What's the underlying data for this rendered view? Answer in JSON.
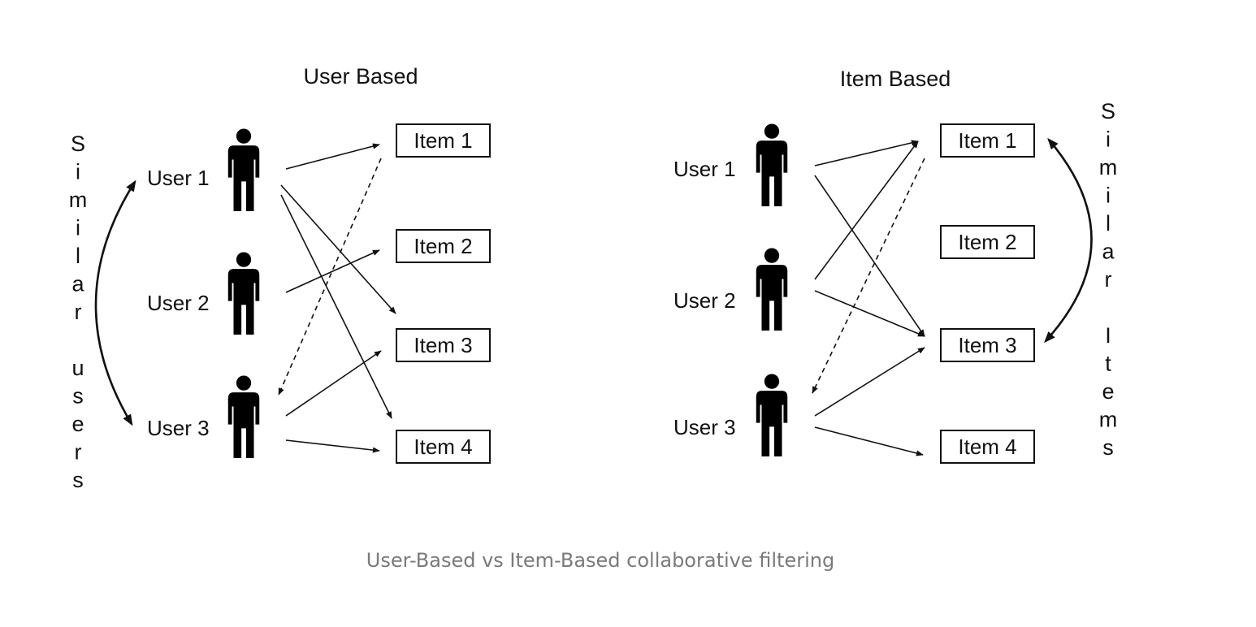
{
  "panels": [
    {
      "title": "User Based",
      "users": [
        "User 1",
        "User 2",
        "User 3"
      ],
      "items": [
        "Item 1",
        "Item 2",
        "Item 3",
        "Item 4"
      ],
      "similarity_label": "Similar users",
      "edges": [
        {
          "from": "User 1",
          "to": "Item 1",
          "style": "solid"
        },
        {
          "from": "User 1",
          "to": "Item 3",
          "style": "solid"
        },
        {
          "from": "User 1",
          "to": "Item 4",
          "style": "solid"
        },
        {
          "from": "User 2",
          "to": "Item 2",
          "style": "solid"
        },
        {
          "from": "User 3",
          "to": "Item 3",
          "style": "solid"
        },
        {
          "from": "User 3",
          "to": "Item 4",
          "style": "solid"
        },
        {
          "from": "Item 1",
          "to": "User 3",
          "style": "dashed"
        }
      ]
    },
    {
      "title": "Item Based",
      "users": [
        "User 1",
        "User 2",
        "User 3"
      ],
      "items": [
        "Item 1",
        "Item 2",
        "Item 3",
        "Item 4"
      ],
      "similarity_label": "Similar Items",
      "edges": [
        {
          "from": "User 1",
          "to": "Item 1",
          "style": "solid"
        },
        {
          "from": "User 1",
          "to": "Item 3",
          "style": "solid"
        },
        {
          "from": "User 2",
          "to": "Item 1",
          "style": "solid"
        },
        {
          "from": "User 2",
          "to": "Item 3",
          "style": "solid"
        },
        {
          "from": "User 3",
          "to": "Item 3",
          "style": "solid"
        },
        {
          "from": "User 3",
          "to": "Item 4",
          "style": "solid"
        },
        {
          "from": "Item 1",
          "to": "User 3",
          "style": "dashed"
        }
      ]
    }
  ],
  "caption": "User-Based vs Item-Based collaborative filtering"
}
